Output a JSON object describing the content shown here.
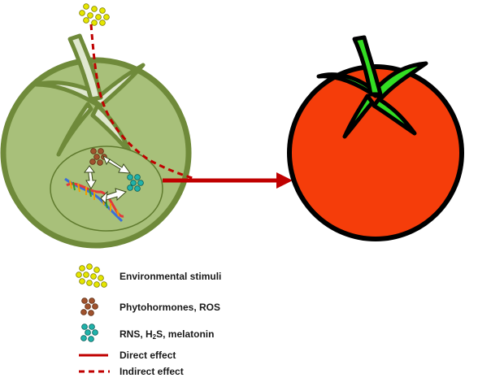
{
  "legend": {
    "environmental": "Environmental stimuli",
    "phytohormones": "Phytohormones, ROS",
    "rns_prefix": "RNS, H",
    "rns_sub": "2",
    "rns_suffix": "S, melatonin",
    "direct": "Direct effect",
    "indirect": "Indirect effect"
  },
  "colors": {
    "stimuli": "#e6e600",
    "phytohormones": "#a0522d",
    "rns": "#20b2aa",
    "unripe_fruit": "#a8c07a",
    "unripe_outline": "#6f8a3a",
    "ripe_fruit": "#f53d0a",
    "leaves_ripe": "#33dd22",
    "arrow": "#c00000"
  },
  "icons": [
    "stimuli-cluster-icon",
    "phytohormones-cluster-icon",
    "rns-cluster-icon",
    "dna-helix-icon",
    "unripe-tomato-icon",
    "ripe-tomato-icon"
  ]
}
